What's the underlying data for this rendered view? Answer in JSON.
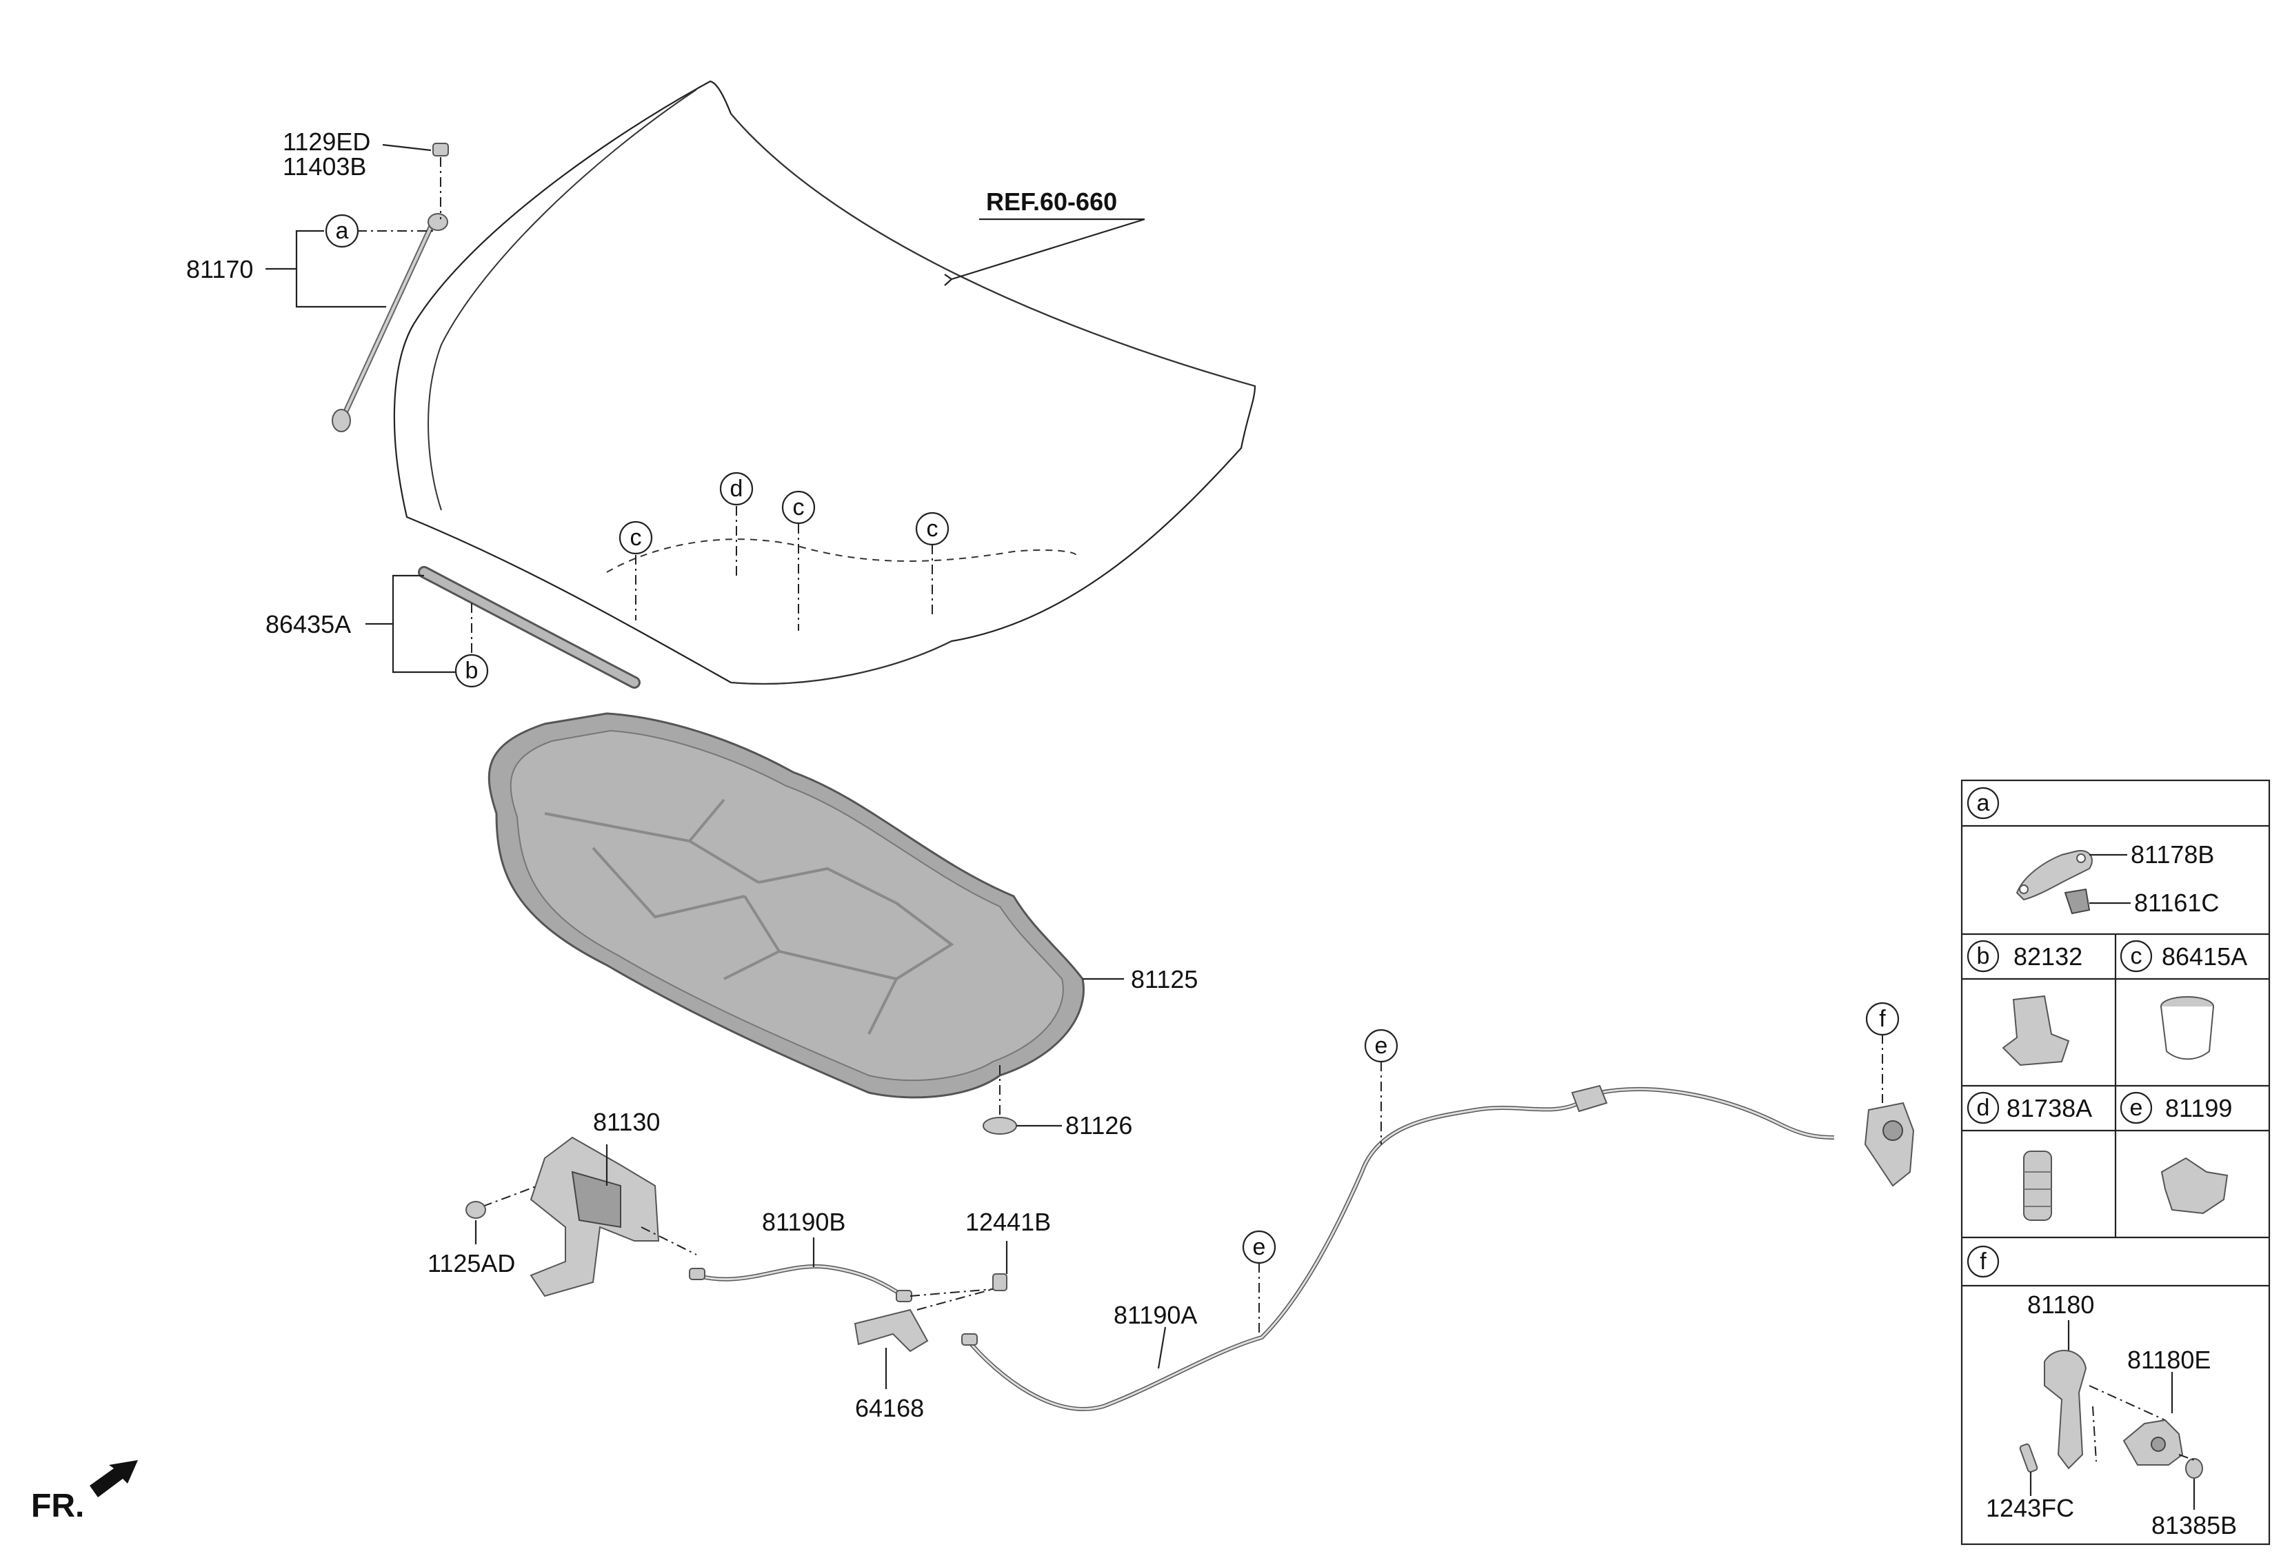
{
  "labels": {
    "p1129ED": "1129ED",
    "p11403B": "11403B",
    "p81170": "81170",
    "ref": "REF.60-660",
    "p86435A": "86435A",
    "p81125": "81125",
    "p81126": "81126",
    "p81130": "81130",
    "p1125AD": "1125AD",
    "p81190B": "81190B",
    "p12441B": "12441B",
    "p64168": "64168",
    "p81190A": "81190A",
    "fr": "FR."
  },
  "callouts": {
    "a": "a",
    "b": "b",
    "c": "c",
    "d": "d",
    "e": "e",
    "f": "f"
  },
  "legend": {
    "a_part1": "81178B",
    "a_part2": "81161C",
    "b_part": "82132",
    "c_part": "86415A",
    "d_part": "81738A",
    "e_part": "81199",
    "f_part1": "81180",
    "f_part2": "81180E",
    "f_part3": "1243FC",
    "f_part4": "81385B"
  },
  "colors": {
    "line": "#222222",
    "part_fill": "#c9c9c9",
    "insulator_fill": "#a8a8a8"
  }
}
